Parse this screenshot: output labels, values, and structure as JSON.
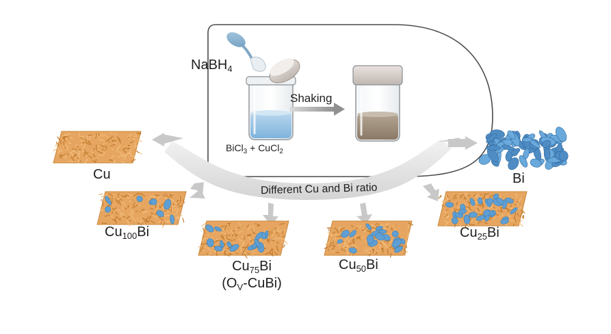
{
  "reagent": {
    "name": "NaBH",
    "sub": "4"
  },
  "solution": {
    "a": "BiCl",
    "a_sub": "3",
    "mid": " + CuCl",
    "b_sub": "2"
  },
  "process": "Shaking",
  "arc_label": "Different Cu and Bi ratio",
  "products": {
    "cu": {
      "base": "Cu",
      "sub": "",
      "suffix": ""
    },
    "bi": {
      "base": "Bi",
      "sub": "",
      "suffix": ""
    },
    "cu100bi": {
      "base": "Cu",
      "sub": "100",
      "suffix": "Bi"
    },
    "cu75bi": {
      "base": "Cu",
      "sub": "75",
      "suffix": "Bi",
      "alias_open": "(O",
      "alias_sub": "V",
      "alias_close": "-CuBi)"
    },
    "cu50bi": {
      "base": "Cu",
      "sub": "50",
      "suffix": "Bi"
    },
    "cu25bi": {
      "base": "Cu",
      "sub": "25",
      "suffix": "Bi"
    }
  },
  "colors": {
    "copper": "#d9974a",
    "bismuth": "#5f9fd3",
    "arrow": "#c8c8c8",
    "text": "#1e1e1e"
  }
}
